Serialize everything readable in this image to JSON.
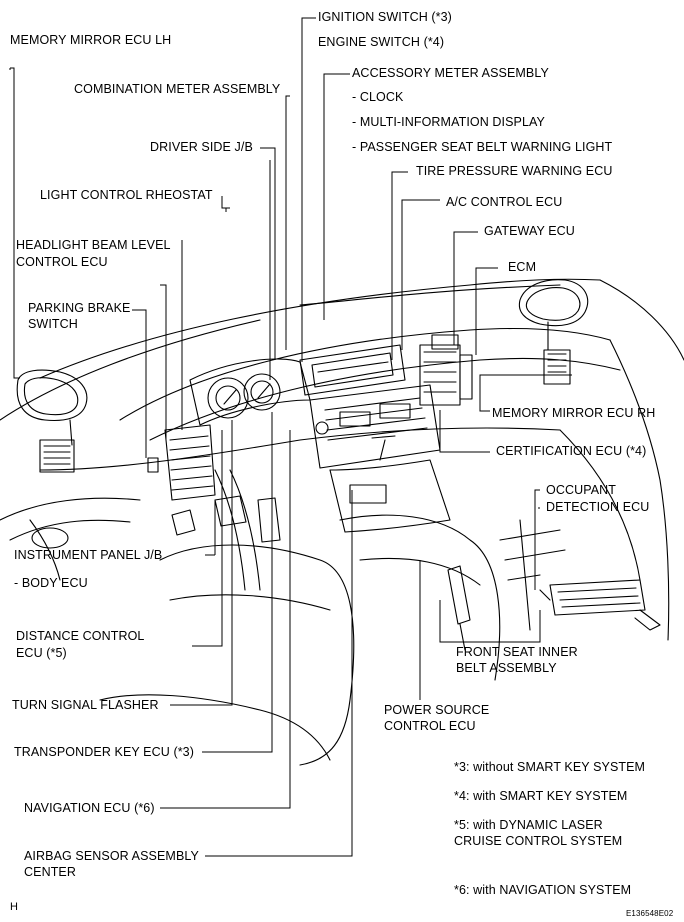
{
  "labels": {
    "ignition_switch": "IGNITION SWITCH (*3)",
    "engine_switch": "ENGINE SWITCH (*4)",
    "memory_mirror_lh": "MEMORY MIRROR ECU LH",
    "accessory_meter": "ACCESSORY METER ASSEMBLY",
    "combination_meter": "COMBINATION METER ASSEMBLY",
    "clock": "- CLOCK",
    "multi_info": "- MULTI-INFORMATION DISPLAY",
    "driver_jb": "DRIVER SIDE J/B",
    "passenger_seat_belt": "- PASSENGER SEAT BELT WARNING LIGHT",
    "tire_pressure": "TIRE PRESSURE WARNING ECU",
    "light_rheostat": "LIGHT CONTROL RHEOSTAT",
    "ac_control": "A/C CONTROL ECU",
    "headlight_beam_1": "HEADLIGHT BEAM LEVEL",
    "headlight_beam_2": "CONTROL ECU",
    "gateway": "GATEWAY ECU",
    "ecm": "ECM",
    "parking_brake_1": "PARKING BRAKE",
    "parking_brake_2": "SWITCH",
    "memory_mirror_rh": "MEMORY MIRROR ECU RH",
    "certification": "CERTIFICATION ECU (*4)",
    "occupant_1": "OCCUPANT",
    "occupant_2": "DETECTION ECU",
    "instrument_jb": "INSTRUMENT PANEL J/B",
    "body_ecu": "- BODY ECU",
    "distance_control_1": "DISTANCE CONTROL",
    "distance_control_2": "ECU (*5)",
    "front_seat_1": "FRONT SEAT INNER",
    "front_seat_2": "BELT ASSEMBLY",
    "turn_signal": "TURN SIGNAL FLASHER",
    "power_source_1": "POWER SOURCE",
    "power_source_2": "CONTROL ECU",
    "transponder": "TRANSPONDER KEY ECU (*3)",
    "navigation": "NAVIGATION ECU (*6)",
    "airbag_1": "AIRBAG SENSOR ASSEMBLY",
    "airbag_2": "CENTER"
  },
  "notes": {
    "n3": "*3: without SMART KEY SYSTEM",
    "n4": "*4: with SMART KEY SYSTEM",
    "n5a": "*5: with DYNAMIC LASER",
    "n5b": "CRUISE CONTROL SYSTEM",
    "n6": "*6: with NAVIGATION SYSTEM"
  },
  "footer": {
    "corner_letter": "H",
    "code": "E136548E02"
  }
}
